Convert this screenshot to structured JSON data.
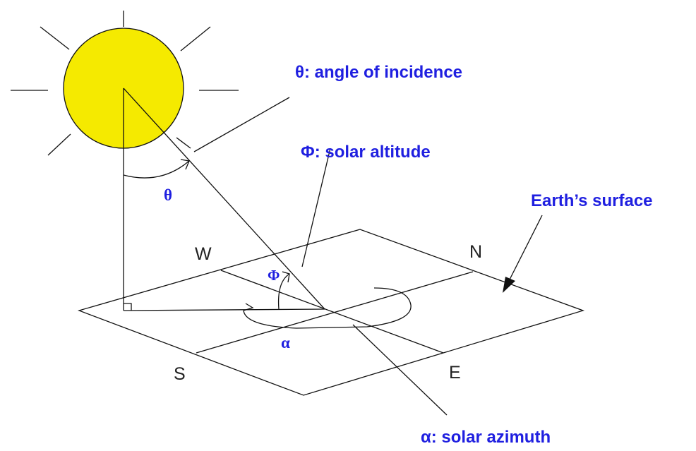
{
  "labels": {
    "incidence": "θ: angle of incidence",
    "altitude": "Φ: solar altitude",
    "surface": "Earth’s surface",
    "azimuth": "α: solar azimuth",
    "theta": "θ",
    "phi": "Φ",
    "alpha": "α"
  },
  "directions": {
    "west": "W",
    "north": "N",
    "south": "S",
    "east": "E"
  },
  "colors": {
    "sun": "#f5ea00",
    "label": "#1f1fe0",
    "line": "#111111"
  }
}
